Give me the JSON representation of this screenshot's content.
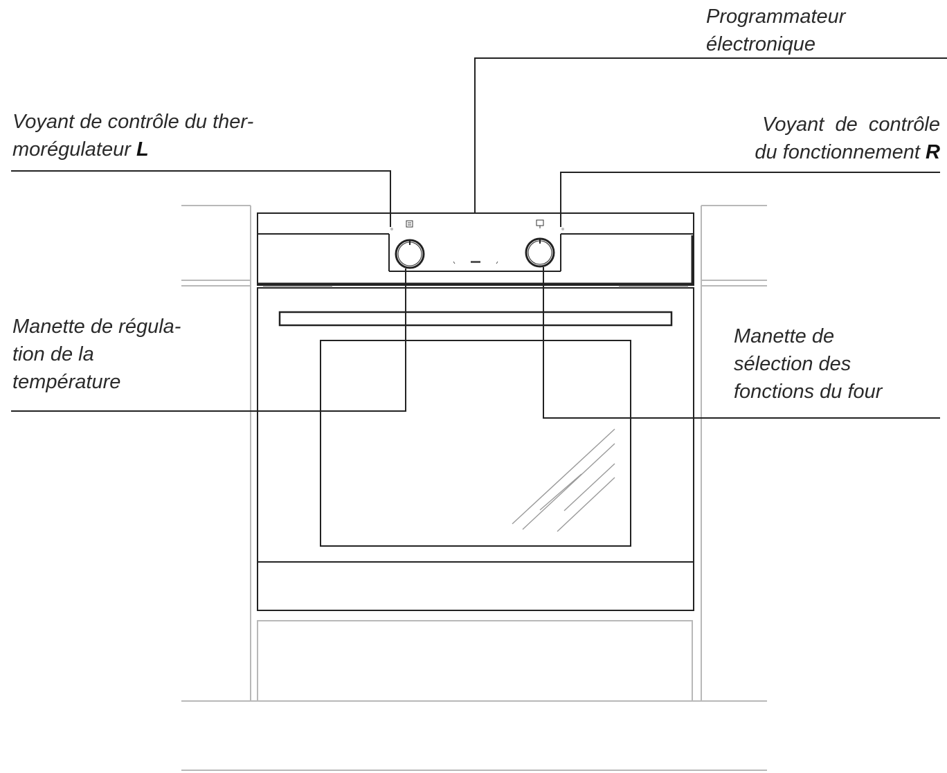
{
  "labels": {
    "programmer": {
      "lines": [
        "Programmateur",
        "électronique"
      ]
    },
    "thermostat_light": {
      "lines": [
        "Voyant de contrôle du ther-",
        "morégulateur "
      ],
      "key": "L"
    },
    "operation_light": {
      "lines": [
        "Voyant  de  contrôle",
        "du fonctionnement "
      ],
      "key": "R"
    },
    "temperature_knob": {
      "lines": [
        "Manette de régula-",
        "tion de la",
        "température"
      ]
    },
    "function_knob": {
      "lines": [
        "Manette de",
        "sélection des",
        "fonctions du four"
      ]
    }
  }
}
